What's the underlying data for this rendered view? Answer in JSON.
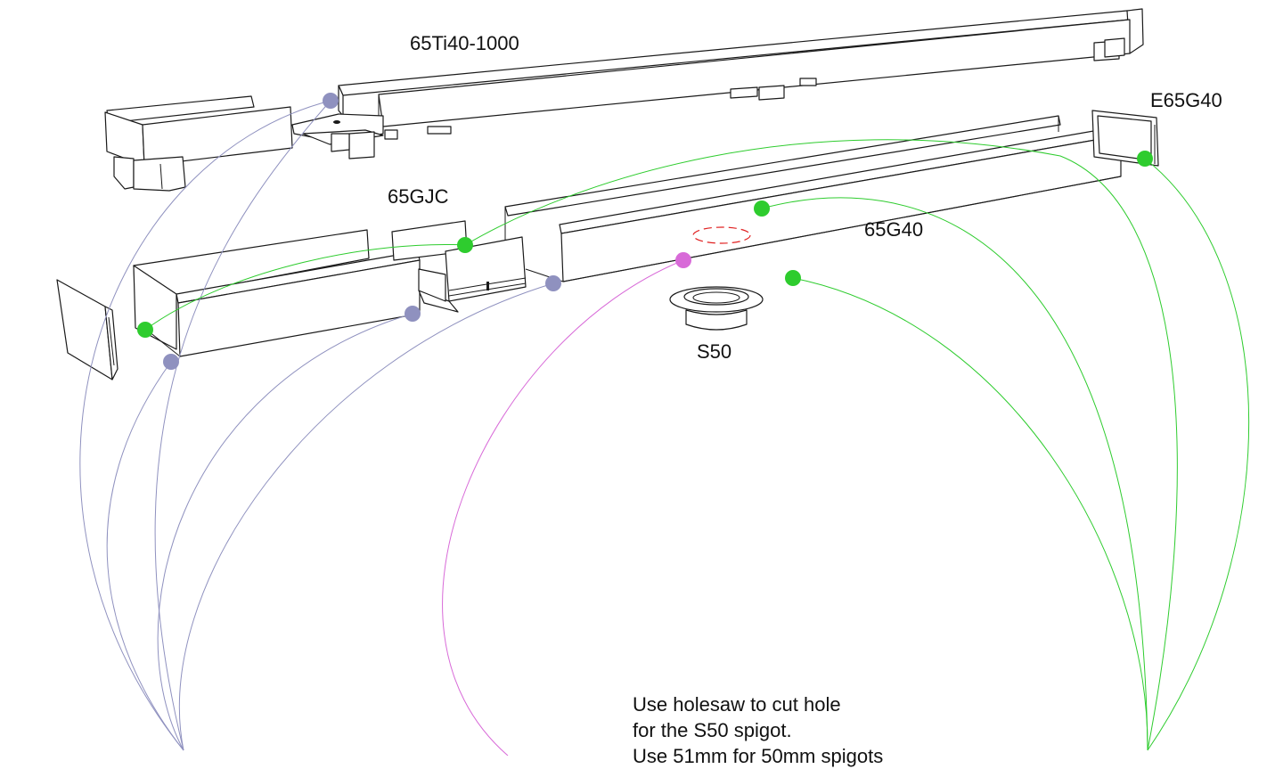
{
  "labels": {
    "trough": "65Ti40-1000",
    "end_cap": "E65G40",
    "joiner": "65GJC",
    "grate": "65G40",
    "spigot": "S50"
  },
  "note": {
    "line1": "Use holesaw to cut hole",
    "line2": "for the S50 spigot.",
    "line3": "Use 51mm for 50mm spigots"
  },
  "colors": {
    "blue_leader": "#8f91bf",
    "green_leader": "#2ecc2e",
    "magenta_leader": "#d86ad8",
    "cut_hole_marker": "#e02020",
    "line_art": "#1a1a1a"
  }
}
